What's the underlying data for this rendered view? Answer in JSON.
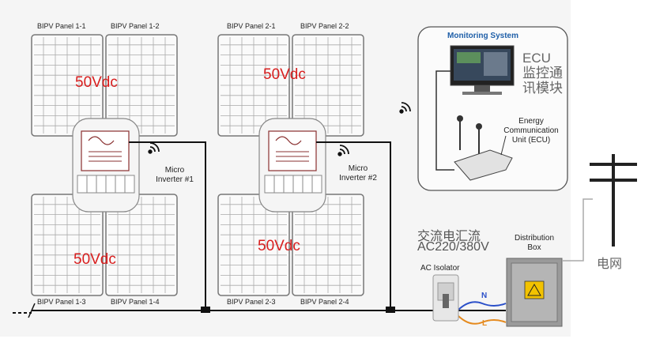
{
  "panels": {
    "p11": "BIPV Panel 1-1",
    "p12": "BIPV Panel 1-2",
    "p13": "BIPV Panel 1-3",
    "p14": "BIPV Panel 1-4",
    "p21": "BIPV Panel 2-1",
    "p22": "BIPV Panel 2-2",
    "p23": "BIPV Panel 2-3",
    "p24": "BIPV Panel 2-4"
  },
  "voltages": {
    "v1": "50Vdc",
    "v2": "50Vdc",
    "v3": "50Vdc",
    "v4": "50Vdc"
  },
  "inverters": {
    "inv1": [
      "Micro",
      "Inverter #1"
    ],
    "inv2": [
      "Micro",
      "Inverter #2"
    ]
  },
  "monitoring": {
    "title": "Monitoring System",
    "ecu_lines": [
      "ECU",
      "监控通",
      "讯模块"
    ],
    "unit_lines": [
      "Energy",
      "Communication",
      "Unit (ECU)"
    ]
  },
  "ac": {
    "title_cn": "交流电汇流",
    "title_en": "AC220/380V",
    "isolator": "AC Isolator",
    "distribution": [
      "Distribution",
      "Box"
    ],
    "n_label": "N",
    "l_label": "L",
    "grid": "电网"
  },
  "colors": {
    "wire": "#111111",
    "panel_line": "#888888",
    "voltage": "#d81e1e",
    "monitor_title": "#1f5fa8",
    "n_wire": "#2a4fc9",
    "l_wire": "#e58a1e"
  }
}
